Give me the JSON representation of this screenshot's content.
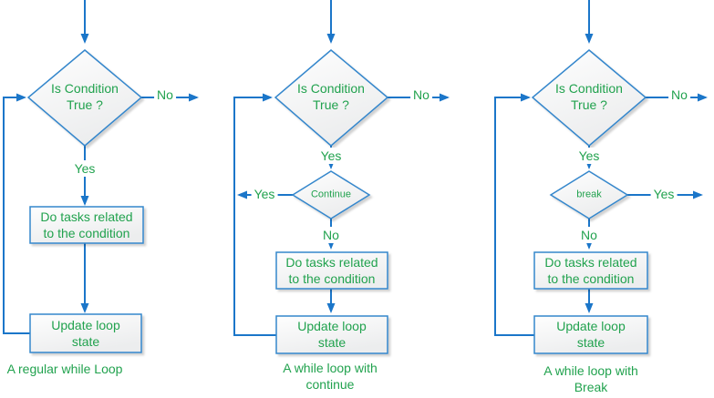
{
  "colors": {
    "connector_blue": "#1B76C9",
    "shape_border_blue": "#3587CC",
    "text_green": "#21A24E",
    "shape_fill_light": "#FDFDFD",
    "shape_fill_shade": "#ECEDEE"
  },
  "charts": [
    {
      "condition_line1": "Is Condition",
      "condition_line2": "True ?",
      "no_label": "No",
      "yes_label": "Yes",
      "task_line1": "Do tasks related",
      "task_line2": "to the condition",
      "update_line1": "Update loop",
      "update_line2": "state",
      "caption_line1": "A regular while Loop",
      "caption_line2": ""
    },
    {
      "condition_line1": "Is Condition",
      "condition_line2": "True ?",
      "no_label": "No",
      "yes_label": "Yes",
      "inner_label": "Continue",
      "inner_yes_label": "Yes",
      "inner_no_label": "No",
      "task_line1": "Do tasks related",
      "task_line2": "to the condition",
      "update_line1": "Update loop",
      "update_line2": "state",
      "caption_line1": "A while loop with",
      "caption_line2": "continue"
    },
    {
      "condition_line1": "Is Condition",
      "condition_line2": "True ?",
      "no_label": "No",
      "yes_label": "Yes",
      "inner_label": "break",
      "inner_yes_label": "Yes",
      "inner_no_label": "No",
      "task_line1": "Do tasks related",
      "task_line2": "to the condition",
      "update_line1": "Update loop",
      "update_line2": "state",
      "caption_line1": "A while loop with",
      "caption_line2": "Break"
    }
  ]
}
